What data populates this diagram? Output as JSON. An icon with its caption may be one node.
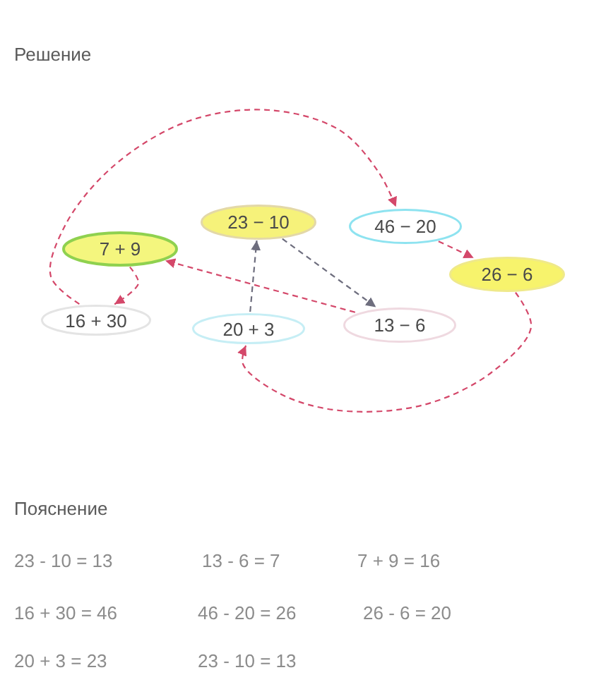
{
  "diagram": {
    "title": "Решение",
    "nodes": [
      {
        "text": [
          "23 − 10"
        ]
      },
      {
        "text": [
          "46 − 20"
        ]
      },
      {
        "text": [
          "7 + 9"
        ]
      },
      {
        "text": [
          "26 − 6"
        ]
      },
      {
        "text": [
          "16 + 30"
        ]
      },
      {
        "text": [
          "20 + 3"
        ]
      },
      {
        "text": [
          "13 − 6"
        ]
      }
    ],
    "edges": [
      {
        "from": 0,
        "to": 6,
        "arrow": "to",
        "style": "dashed",
        "color": "#6e6e7e"
      },
      {
        "from": 6,
        "to": 2,
        "arrow": "to",
        "style": "dashed"
      },
      {
        "from": 2,
        "to": 4,
        "arrow": "to",
        "style": "dashed"
      },
      {
        "from": 4,
        "to": 1,
        "arrow": "to",
        "style": "dashed"
      },
      {
        "from": 1,
        "to": 3,
        "arrow": "to",
        "style": "dashed"
      },
      {
        "from": 3,
        "to": 5,
        "arrow": "to",
        "style": "dashed"
      },
      {
        "from": 5,
        "to": 0,
        "arrow": "to",
        "style": "dashed",
        "color": "#6e6e7e"
      }
    ],
    "labels": [
      "Пояснение",
      "23 - 10 = 13",
      "13 - 6 = 7",
      "7 + 9 = 16",
      "16 + 30 = 46",
      "46 - 20 = 26",
      "26 - 6 = 20",
      "20 + 3 = 23",
      "23 - 10 = 13"
    ]
  }
}
